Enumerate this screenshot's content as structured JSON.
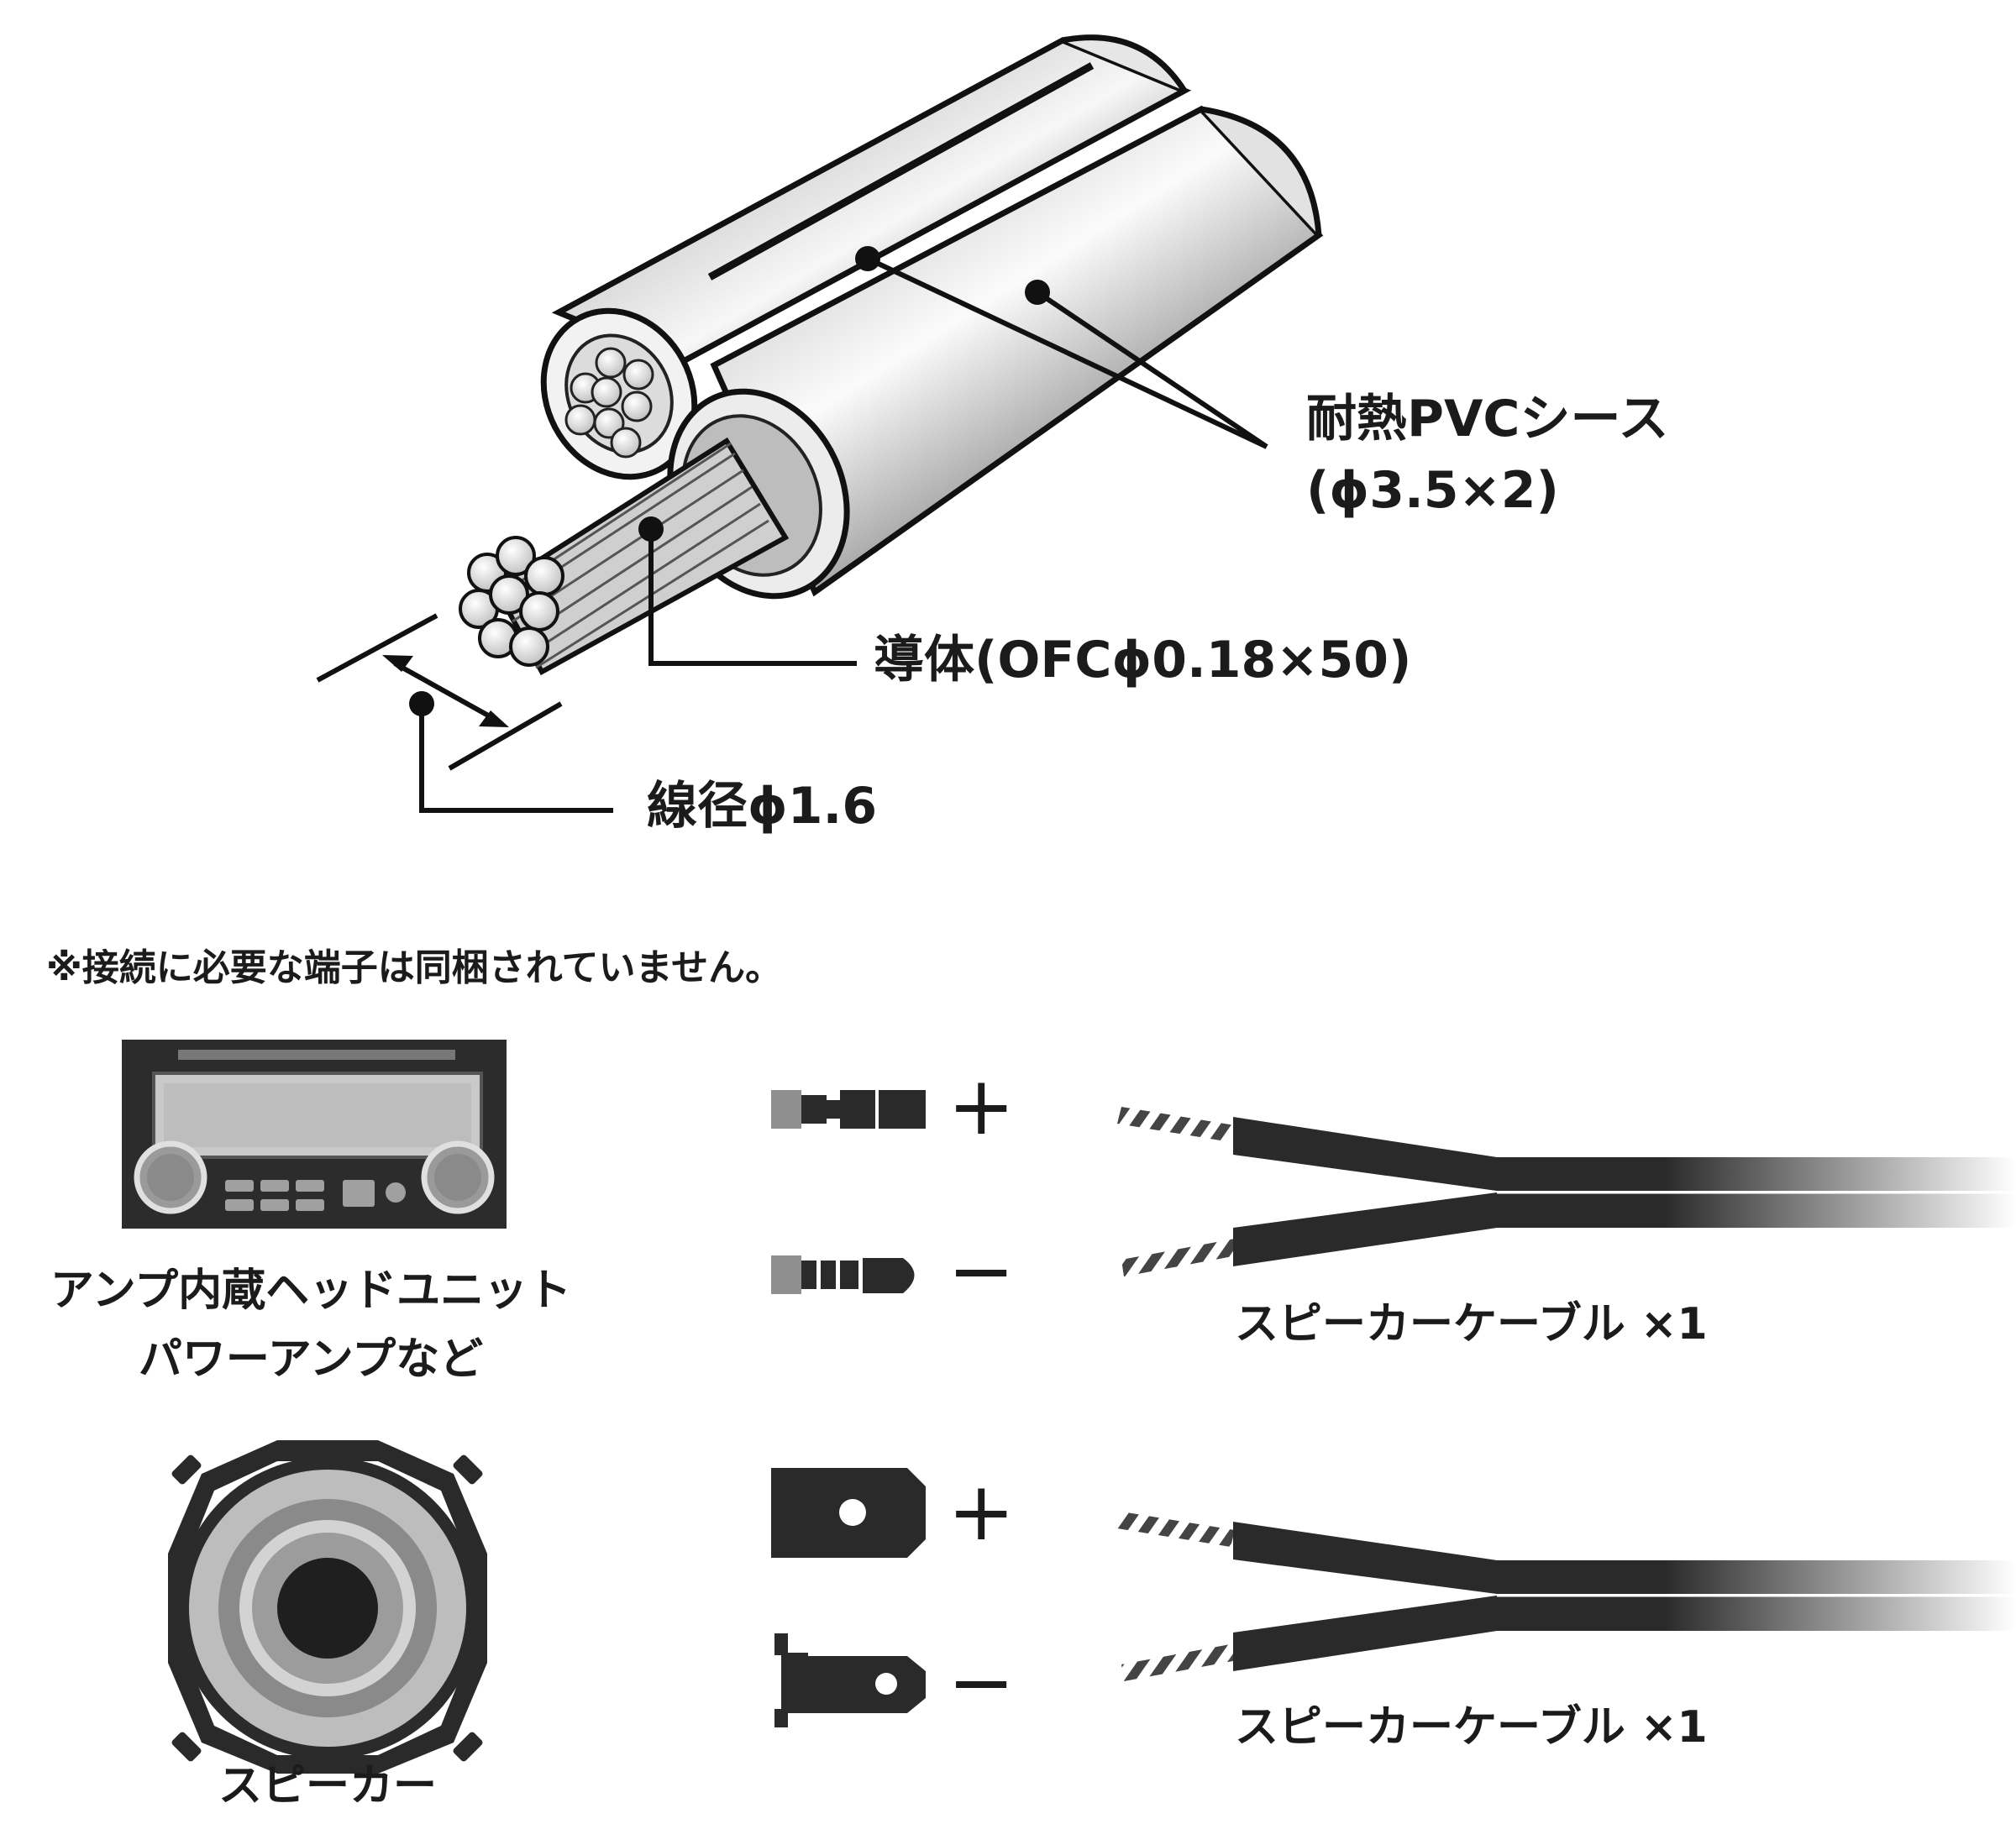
{
  "cable_diagram": {
    "sheath_label_line1": "耐熱PVCシース",
    "sheath_label_line2": "(ϕ3.5×2)",
    "conductor_label": "導体(OFCϕ0.18×50)",
    "diameter_label": "線径ϕ1.6"
  },
  "note": "※接続に必要な端子は同梱されていません。",
  "rows": [
    {
      "device_label_line1": "アンプ内蔵ヘッドユニット",
      "device_label_line2": "パワーアンプなど",
      "plus": "+",
      "minus": "−",
      "cable_label": "スピーカーケーブル ×1"
    },
    {
      "device_label_line1": "スピーカー",
      "plus": "+",
      "minus": "−",
      "cable_label": "スピーカーケーブル ×1"
    }
  ]
}
